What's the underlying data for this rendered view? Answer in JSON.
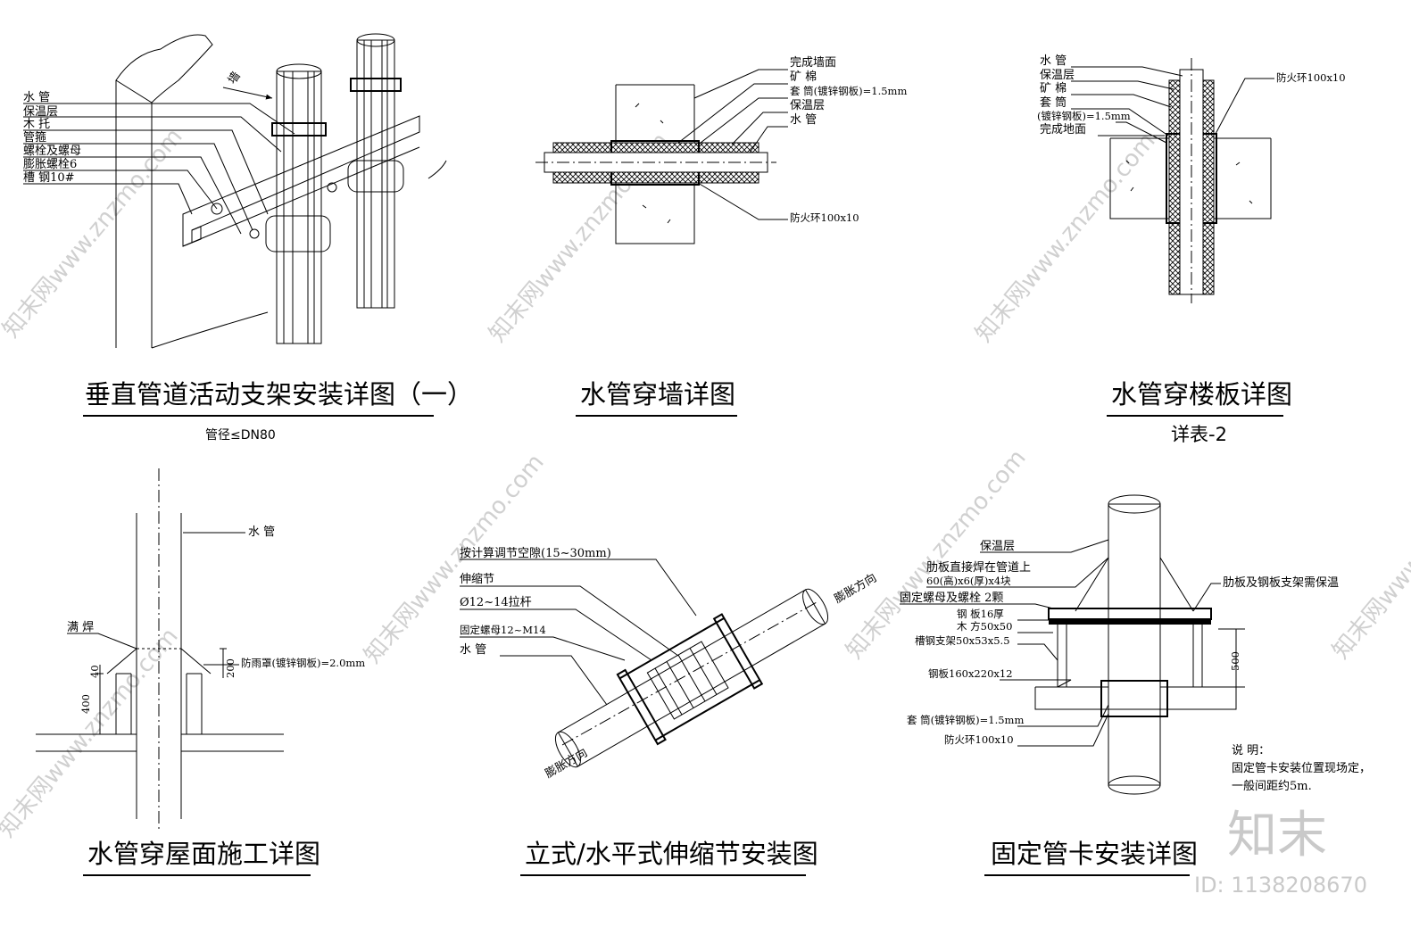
{
  "watermark": {
    "site_text": "知末网www.znzmo.com",
    "logo": "知末",
    "id_text": "ID: 1138208670"
  },
  "detail1": {
    "title": "垂直管道活动支架安装详图（一）",
    "subtitle": "管径≤DN80",
    "wall_label": "墙",
    "labels": [
      "水 管",
      "保温层",
      "木 托",
      "管箍",
      "螺栓及螺母",
      "膨胀螺栓6",
      "槽 钢10#"
    ]
  },
  "detail2": {
    "title": "水管穿墙详图",
    "labels": [
      "完成墙面",
      "矿 棉",
      "套 筒(镀锌钢板)=1.5mm",
      "保温层",
      "水 管",
      "防火环100x10"
    ]
  },
  "detail3": {
    "title": "水管穿楼板详图",
    "subtitle": "详表-2",
    "labels": [
      "水 管",
      "保温层",
      "矿 棉",
      "套 筒",
      "(镀锌钢板)=1.5mm",
      "完成地面",
      "防火环100x10"
    ]
  },
  "detail4": {
    "title": "水管穿屋面施工详图",
    "labels": [
      "水 管",
      "满 焊",
      "防雨罩(镀锌钢板)=2.0mm"
    ],
    "dims": [
      "40",
      "400",
      "200"
    ]
  },
  "detail5": {
    "title": "立式/水平式伸缩节安装图",
    "labels": [
      "按计算调节空隙(15~30mm)",
      "伸缩节",
      "Ø12~14拉杆",
      "固定螺母12~M14",
      "水 管"
    ],
    "direction_label": "膨胀方向"
  },
  "detail6": {
    "title": "固定管卡安装详图",
    "labels": [
      "保温层",
      "肋板直接焊在管道上",
      "60(高)x6(厚)x4块",
      "固定螺母及螺栓 2颗",
      "钢 板16厚",
      "木 方50x50",
      "槽钢支架50x53x5.5",
      "钢板160x220x12",
      "套 筒(镀锌钢板)=1.5mm",
      "防火环100x10"
    ],
    "right_label": "肋板及钢板支架需保温",
    "dim": "500",
    "note_title": "说 明：",
    "note_lines": [
      "固定管卡安装位置现场定，",
      "一般间距约5m."
    ]
  }
}
